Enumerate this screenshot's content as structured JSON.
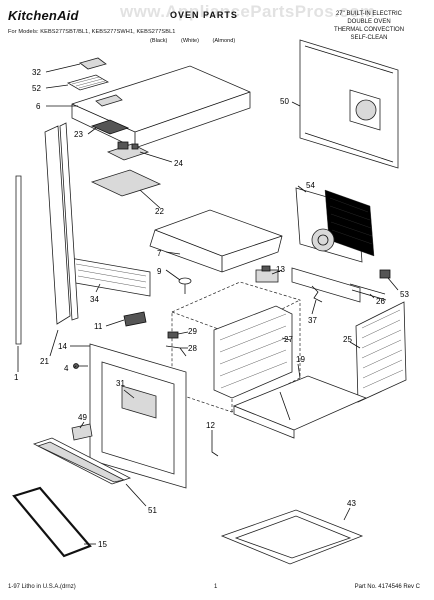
{
  "header": {
    "brand": "KitchenAid",
    "title": "OVEN PARTS",
    "models": "For Models: KEBS277SBT/BL1, KEBS277SWH1, KEBS277SBL1",
    "colors": "(Black) (White) (Almond)",
    "description_lines": [
      "27\" BUILT-IN ELECTRIC",
      "DOUBLE OVEN",
      "THERMAL CONVECTION",
      "SELF-CLEAN"
    ]
  },
  "watermark": "www.AppliancePartsPros.com",
  "callouts": {
    "c32": "32",
    "c52": "52",
    "c6": "6",
    "c50": "50",
    "c23": "23",
    "c24": "24",
    "c54": "54",
    "c22": "22",
    "c7": "7",
    "c9": "9",
    "c13": "13",
    "c34": "34",
    "c26": "26",
    "c53": "53",
    "c37": "37",
    "c11": "11",
    "c29": "29",
    "c28": "28",
    "c25": "25",
    "c14": "14",
    "c27": "27",
    "c21": "21",
    "c4": "4",
    "c1": "1",
    "c19": "19",
    "c31": "31",
    "c49": "49",
    "c12": "12",
    "c43": "43",
    "c51": "51",
    "c15": "15"
  },
  "footer": {
    "left": "1-97 Litho in U.S.A.(drnz)",
    "page": "1",
    "right": "Part No. 4174546 Rev C"
  }
}
